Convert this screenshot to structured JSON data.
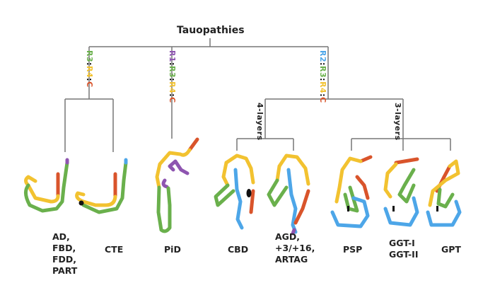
{
  "title": "Tauopathies",
  "branches": {
    "left": {
      "parts": [
        {
          "t": "R3",
          "c": "#6ab04c"
        },
        {
          "t": ":",
          "c": "#222"
        },
        {
          "t": "R4",
          "c": "#f2c230"
        },
        {
          "t": ":",
          "c": "#222"
        },
        {
          "t": "C",
          "c": "#d9542b"
        }
      ]
    },
    "middle": {
      "parts": [
        {
          "t": "R1",
          "c": "#8e55b0"
        },
        {
          "t": ":",
          "c": "#222"
        },
        {
          "t": "R3",
          "c": "#6ab04c"
        },
        {
          "t": ":",
          "c": "#222"
        },
        {
          "t": "R4",
          "c": "#f2c230"
        },
        {
          "t": ":",
          "c": "#222"
        },
        {
          "t": "C",
          "c": "#d9542b"
        }
      ]
    },
    "right": {
      "parts": [
        {
          "t": "R2",
          "c": "#4da6e8"
        },
        {
          "t": ":",
          "c": "#222"
        },
        {
          "t": "R3",
          "c": "#6ab04c"
        },
        {
          "t": ":",
          "c": "#222"
        },
        {
          "t": "R4",
          "c": "#f2c230"
        },
        {
          "t": ":",
          "c": "#222"
        },
        {
          "t": "C",
          "c": "#d9542b"
        }
      ]
    }
  },
  "sublabels": {
    "four_layers": "4-layers",
    "three_layers": "3-layers"
  },
  "diseases": {
    "ad": [
      "AD,",
      "FBD,",
      "FDD,",
      "PART"
    ],
    "cte": "CTE",
    "pid": "PiD",
    "cbd": "CBD",
    "agd": [
      "AGD,",
      "+3/+16,",
      "ARTAG"
    ],
    "psp": "PSP",
    "ggt": [
      "GGT-I",
      "GGT-II"
    ],
    "gpt": "GPT"
  },
  "colors": {
    "R1": "#8e55b0",
    "R2": "#4da6e8",
    "R3": "#6ab04c",
    "R4": "#f2c230",
    "C": "#d9542b",
    "line": "#777777"
  }
}
